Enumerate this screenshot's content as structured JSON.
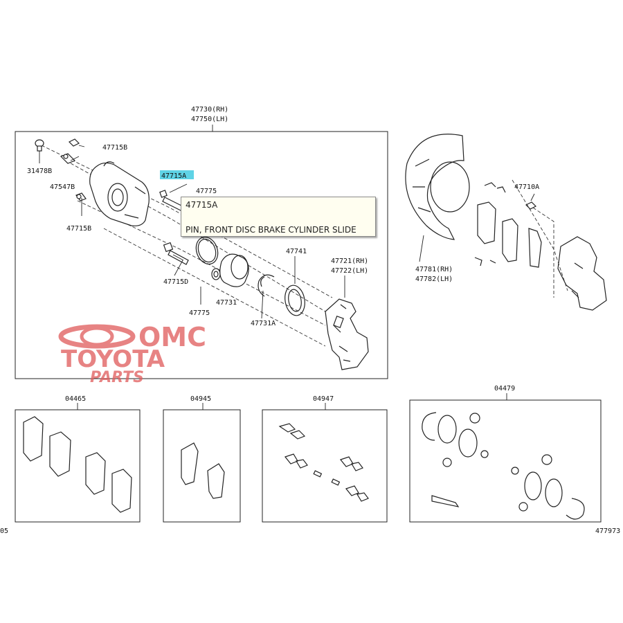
{
  "assembly": {
    "code_rh": "47730(RH)",
    "code_lh": "47750(LH)"
  },
  "labels": {
    "p47715B_top": "47715B",
    "p31478B": "31478B",
    "p47547B": "47547B",
    "p47715B_low": "47715B",
    "p47715A": "47715A",
    "p47775_top": "47775",
    "p47715D": "47715D",
    "p47775_low": "47775",
    "p47731": "47731",
    "p47741": "47741",
    "p47731A": "47731A",
    "p47721": "47721(RH)",
    "p47722": "47722(LH)",
    "p47710A": "47710A",
    "p47781": "47781(RH)",
    "p47782": "47782(LH)"
  },
  "kits": {
    "k04465": "04465",
    "k04945": "04945",
    "k04947": "04947",
    "k04479": "04479"
  },
  "tooltip": {
    "code": "47715A",
    "description": "PIN, FRONT DISC BRAKE CYLINDER SLIDE"
  },
  "watermark": {
    "line1": "OMC",
    "line2": "TOYOTA",
    "line3": "PARTS"
  },
  "footer": {
    "left": "05",
    "right": "477973"
  },
  "colors": {
    "highlight": "#5fd3e6",
    "watermark": "#e05a5a"
  }
}
